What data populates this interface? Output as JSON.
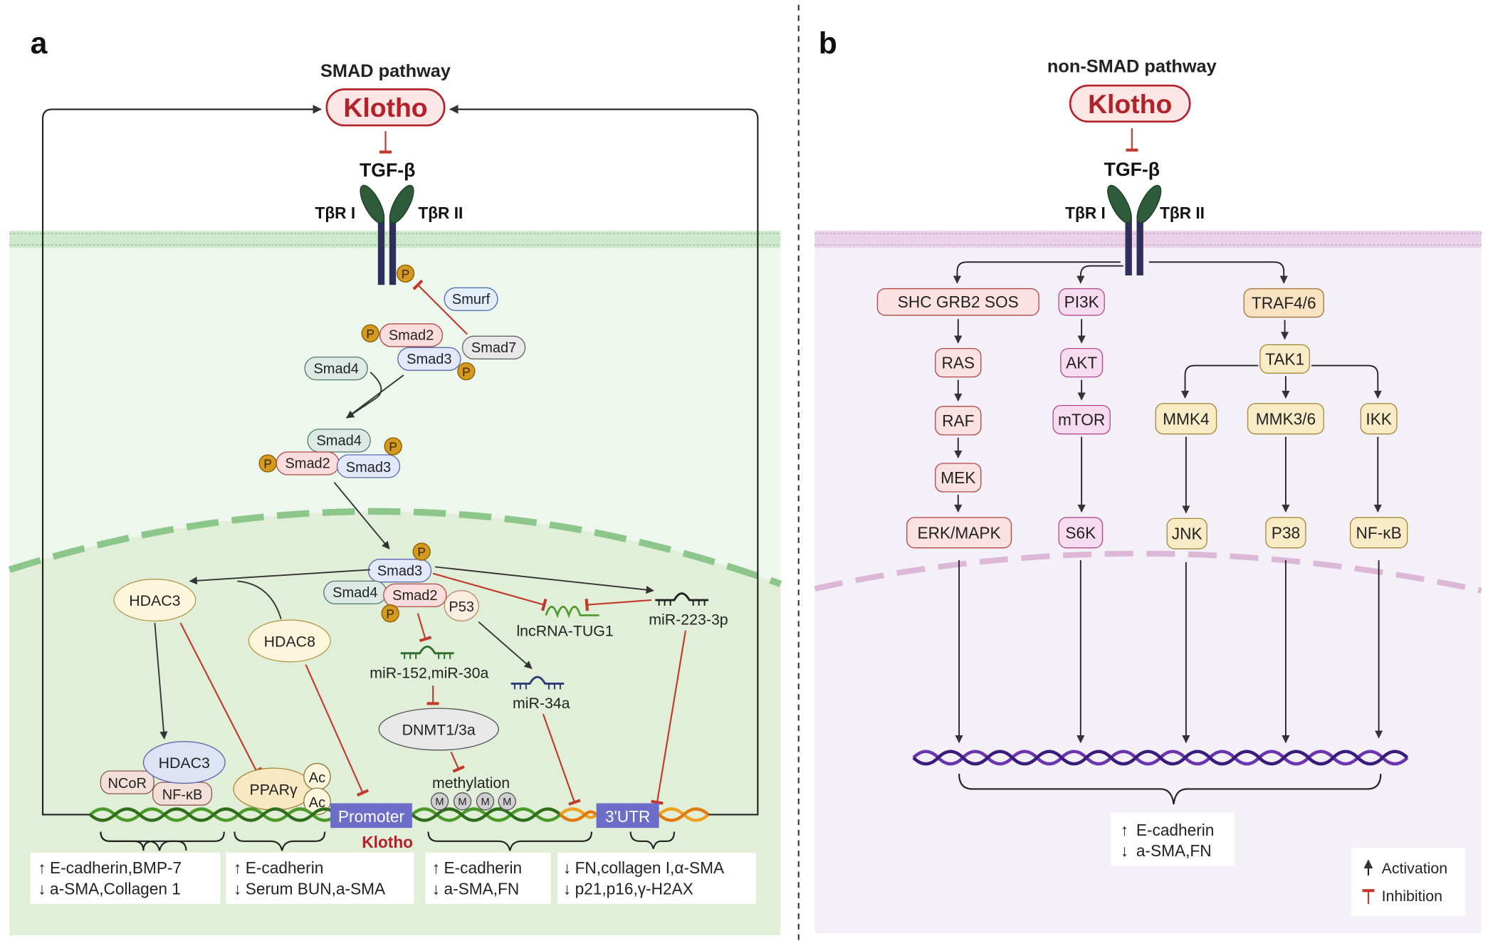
{
  "panel_a": {
    "letter": "a",
    "title": "SMAD pathway",
    "klotho": "Klotho",
    "tgf": "TGF-β",
    "receptor1": "TβR I",
    "receptor2": "TβR II",
    "phospho": "P",
    "methyl": "M",
    "acetyl": "Ac",
    "smurf": "Smurf",
    "smad7": "Smad7",
    "smad2": "Smad2",
    "smad3": "Smad3",
    "smad4": "Smad4",
    "hdac3": "HDAC3",
    "hdac8": "HDAC8",
    "p53": "P53",
    "lncrna": "lncRNA-TUG1",
    "mir223": "miR-223-3p",
    "mir152": "miR-152,miR-30a",
    "mir34": "miR-34a",
    "dnmt": "DNMT1/3a",
    "methylation": "methylation",
    "ncor": "NCoR",
    "nfkb": "NF-κB",
    "ppar": "PPARγ",
    "promoter": "Promoter",
    "promoter_klotho": "Klotho",
    "utr": "3'UTR",
    "results": [
      {
        "line1": "E-cadherin,BMP-7",
        "line2": "a-SMA,Collagen 1",
        "arrow1": "↑",
        "arrow2": "↓"
      },
      {
        "line1": "E-cadherin",
        "line2": "Serum BUN,a-SMA",
        "arrow1": "↑",
        "arrow2": "↓"
      },
      {
        "line1": "E-cadherin",
        "line2": "a-SMA,FN",
        "arrow1": "↑",
        "arrow2": "↓"
      },
      {
        "line1": "FN,collagen I,α-SMA",
        "line2": "p21,p16,γ-H2AX",
        "arrow1": "↓",
        "arrow2": "↓"
      }
    ]
  },
  "panel_b": {
    "letter": "b",
    "title": "non-SMAD pathway",
    "klotho": "Klotho",
    "tgf": "TGF-β",
    "receptor1": "TβR I",
    "receptor2": "TβR II",
    "col1": [
      "SHC GRB2 SOS",
      "RAS",
      "RAF",
      "MEK",
      "ERK/MAPK"
    ],
    "col2": [
      "PI3K",
      "AKT",
      "mTOR",
      "S6K"
    ],
    "traf": "TRAF4/6",
    "tak1": "TAK1",
    "mmk4": "MMK4",
    "mmk36": "MMK3/6",
    "ikk": "IKK",
    "jnk": "JNK",
    "p38": "P38",
    "nfkb": "NF-κB",
    "result_line1": "E-cadherin",
    "result_line2": "a-SMA,FN",
    "result_arrow1": "↑",
    "result_arrow2": "↓"
  },
  "legend": {
    "activation": "Activation",
    "inhibition": "Inhibition"
  },
  "colors": {
    "klotho_red": "#b3222a",
    "inhibit_red": "#c0392b",
    "membrane_green": "#cfe9cc",
    "cytoplasm_a": "#eef7ee",
    "nucleus_a": "#e2efd8",
    "cytoplasm_b": "#f3f0f8",
    "membrane_pink": "#ead3e8",
    "receptor_dark": "#2f2f5e",
    "receptor_green": "#2e5c3a",
    "phospho_gold": "#d49a1f",
    "promoter_box": "#6c6cc9",
    "dna_green": "#4a9a2a",
    "dna_purple": "#6b35b0"
  }
}
